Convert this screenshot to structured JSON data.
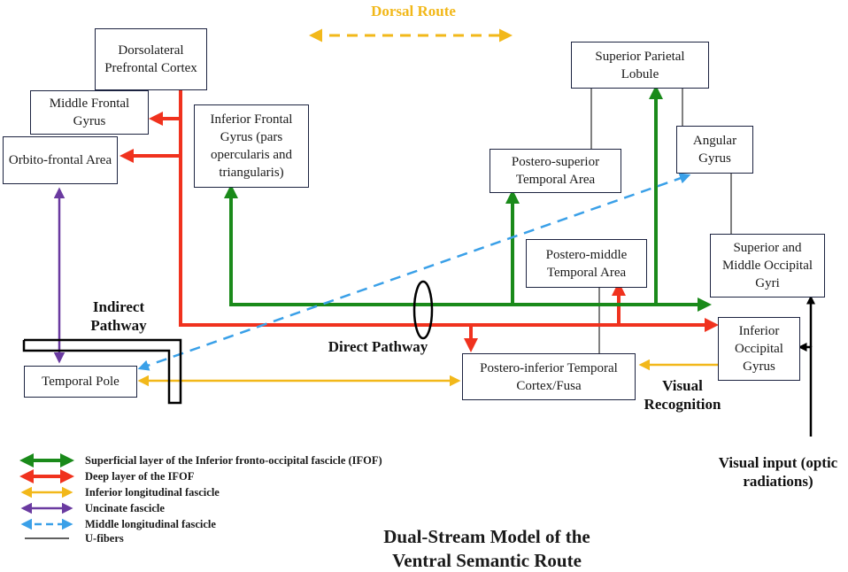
{
  "colors": {
    "green": "#1a8a1a",
    "red": "#f0321e",
    "yellow": "#f2b81a",
    "purple": "#6a3aa0",
    "blue": "#3aa0e8",
    "black": "#000000",
    "box_border": "#1c2340"
  },
  "top_label": "Dorsal Route",
  "boxes": {
    "dlpfc": "Dorsolateral Prefrontal Cortex",
    "mfg": "Middle Frontal Gyrus",
    "ofa": "Orbito-frontal Area",
    "ifg": "Inferior Frontal Gyrus (pars opercularis and triangularis)",
    "spl": "Superior Parietal Lobule",
    "ag": "Angular Gyrus",
    "psta": "Postero-superior Temporal Area",
    "pmta": "Postero-middle Temporal Area",
    "smog": "Superior and Middle Occipital Gyri",
    "iog": "Inferior Occipital Gyrus",
    "pitc": "Postero-inferior Temporal Cortex/Fusa",
    "tp": "Temporal Pole"
  },
  "labels": {
    "indirect": "Indirect Pathway",
    "direct": "Direct Pathway",
    "visual_recognition": "Visual Recognition",
    "visual_input": "Visual input (optic radiations)"
  },
  "legend": [
    {
      "name": "green-double-arrow-icon",
      "color": "green",
      "style": "double",
      "text": "Superficial layer of the Inferior fronto-occipital fascicle (IFOF)"
    },
    {
      "name": "red-double-arrow-icon",
      "color": "red",
      "style": "double",
      "text": "Deep layer of the IFOF"
    },
    {
      "name": "yellow-double-arrow-icon",
      "color": "yellow",
      "style": "double",
      "text": "Inferior longitudinal fascicle"
    },
    {
      "name": "purple-double-arrow-icon",
      "color": "purple",
      "style": "double",
      "text": "Uncinate fascicle"
    },
    {
      "name": "blue-dashed-arrow-icon",
      "color": "blue",
      "style": "dashed",
      "text": "Middle longitudinal fascicle"
    },
    {
      "name": "black-line-icon",
      "color": "black",
      "style": "line",
      "text": "U-fibers"
    }
  ],
  "title": {
    "line1": "Dual-Stream Model of the",
    "line2": "Ventral Semantic Route"
  }
}
